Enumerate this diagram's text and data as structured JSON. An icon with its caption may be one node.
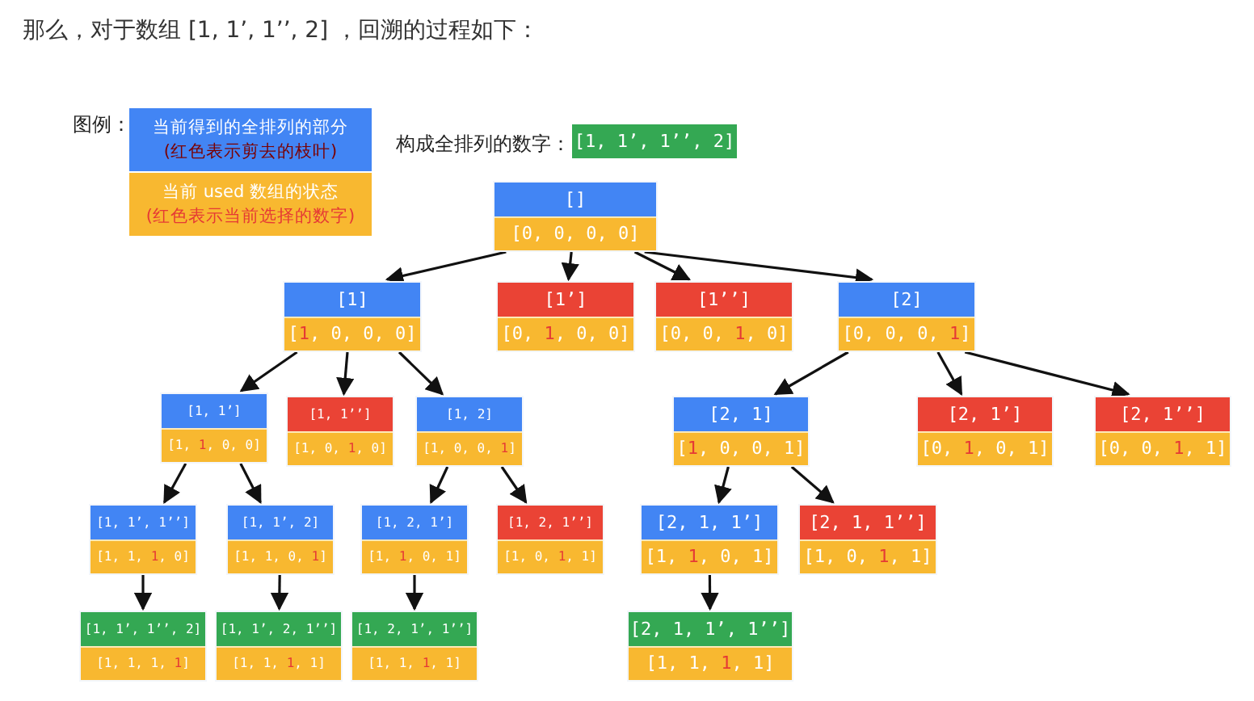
{
  "diagram": {
    "title": "那么，对于数组 [1, 1’, 1’’, 2] ，回溯的过程如下：",
    "nodes": [
      {
        "text": [
          "[]",
          "[0, 0, 0, 0]"
        ]
      },
      {
        "text": [
          "[1]",
          "[**1**, 0, 0, 0]"
        ]
      },
      {
        "text": [
          "[1’]",
          "[0, **1**, 0, 0]"
        ]
      },
      {
        "text": [
          "[1’’]",
          "[0, 0, **1**, 0]"
        ]
      },
      {
        "text": [
          "[2]",
          "[0, 0, 0, **1**]"
        ]
      },
      {
        "text": [
          "[1, 1’]",
          "[1, **1**, 0, 0]"
        ]
      },
      {
        "text": [
          "[1, 1’’]",
          "[1, 0, **1**, 0]"
        ]
      },
      {
        "text": [
          "[1, 2]",
          "[1, 0, 0, **1**]"
        ]
      },
      {
        "text": [
          "[2, 1]",
          "[**1**, 0, 0, 1]"
        ]
      },
      {
        "text": [
          "[2, 1’]",
          "[0, **1**, 0, 1]"
        ]
      },
      {
        "text": [
          "[2, 1’’]",
          "[0, 0, **1**, 1]"
        ]
      },
      {
        "text": [
          "[1, 1’, 1’’]",
          "[1, 1, **1**, 0]"
        ]
      },
      {
        "text": [
          "[1, 1’, 2]",
          "[1, 1, 0, **1**]"
        ]
      },
      {
        "text": [
          "[1, 2, 1’]",
          "[1, **1**, 0, 1]"
        ]
      },
      {
        "text": [
          "[1, 2, 1’’]",
          "[1, 0, **1**, 1]"
        ]
      },
      {
        "text": [
          "[2, 1, 1’]",
          "[1, **1**, 0, 1]"
        ]
      },
      {
        "text": [
          "[2, 1, 1’’]",
          "[1, 0, **1**, 1]"
        ]
      },
      {
        "text": [
          "[1, 1’, 1’’, 2]",
          "[1, 1, 1, **1**]"
        ]
      },
      {
        "text": [
          "[1, 1’, 2, 1’’]",
          "[1, 1, **1**, 1]"
        ]
      },
      {
        "text": [
          "[1, 2, 1’, 1’’]",
          "[1, 1, **1**, 1]"
        ]
      },
      {
        "text": [
          "[2, 1, 1’, 1’’]",
          "[1, 1, **1**, 1]"
        ]
      }
    ],
    "edges": [
      {
        "from": 0,
        "to": 1,
        "arrow": "to"
      },
      {
        "from": 0,
        "to": 2,
        "arrow": "to"
      },
      {
        "from": 0,
        "to": 3,
        "arrow": "to"
      },
      {
        "from": 0,
        "to": 4,
        "arrow": "to"
      },
      {
        "from": 1,
        "to": 5,
        "arrow": "to"
      },
      {
        "from": 1,
        "to": 6,
        "arrow": "to"
      },
      {
        "from": 1,
        "to": 7,
        "arrow": "to"
      },
      {
        "from": 4,
        "to": 8,
        "arrow": "to"
      },
      {
        "from": 4,
        "to": 9,
        "arrow": "to"
      },
      {
        "from": 4,
        "to": 10,
        "arrow": "to"
      },
      {
        "from": 5,
        "to": 11,
        "arrow": "to"
      },
      {
        "from": 5,
        "to": 12,
        "arrow": "to"
      },
      {
        "from": 7,
        "to": 13,
        "arrow": "to"
      },
      {
        "from": 7,
        "to": 14,
        "arrow": "to"
      },
      {
        "from": 8,
        "to": 15,
        "arrow": "to"
      },
      {
        "from": 8,
        "to": 16,
        "arrow": "to"
      },
      {
        "from": 11,
        "to": 17,
        "arrow": "to"
      },
      {
        "from": 12,
        "to": 18,
        "arrow": "to"
      },
      {
        "from": 13,
        "to": 19,
        "arrow": "to"
      },
      {
        "from": 15,
        "to": 20,
        "arrow": "to"
      }
    ],
    "labels": [
      "图例：",
      "构成全排列的数字：",
      "[1, 1’, 1’’, 2]"
    ],
    "legend": [
      {
        "text": "当前得到的全排列的部分 **(红色表示剪去的枝叶)**",
        "color": "#4285f4"
      },
      {
        "text": "当前 used 数组的状态 **(红色表示当前选择的数字)**",
        "color": "#f8b830"
      }
    ]
  }
}
